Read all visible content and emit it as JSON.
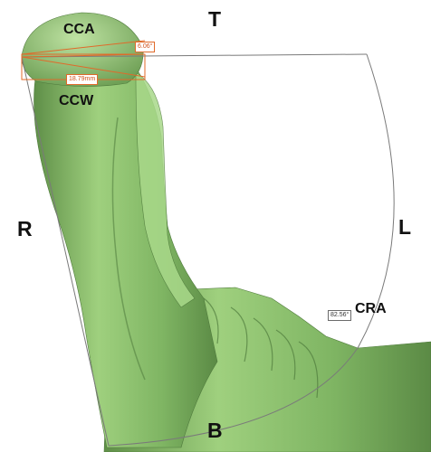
{
  "labels": {
    "top": "T",
    "bottom": "B",
    "right": "R",
    "left": "L",
    "cca": "CCA",
    "ccw": "CCW",
    "cra": "CRA"
  },
  "measurements": {
    "cca_angle": "6.06°",
    "ccw_width": "18.79mm",
    "cra_angle": "82.56°"
  },
  "colors": {
    "bone_fill": "#86b86a",
    "bone_light": "#b7dc99",
    "bone_dark": "#4f7a3c",
    "measure_line": "#e06a2a",
    "guide_line": "#7a7a7a"
  }
}
